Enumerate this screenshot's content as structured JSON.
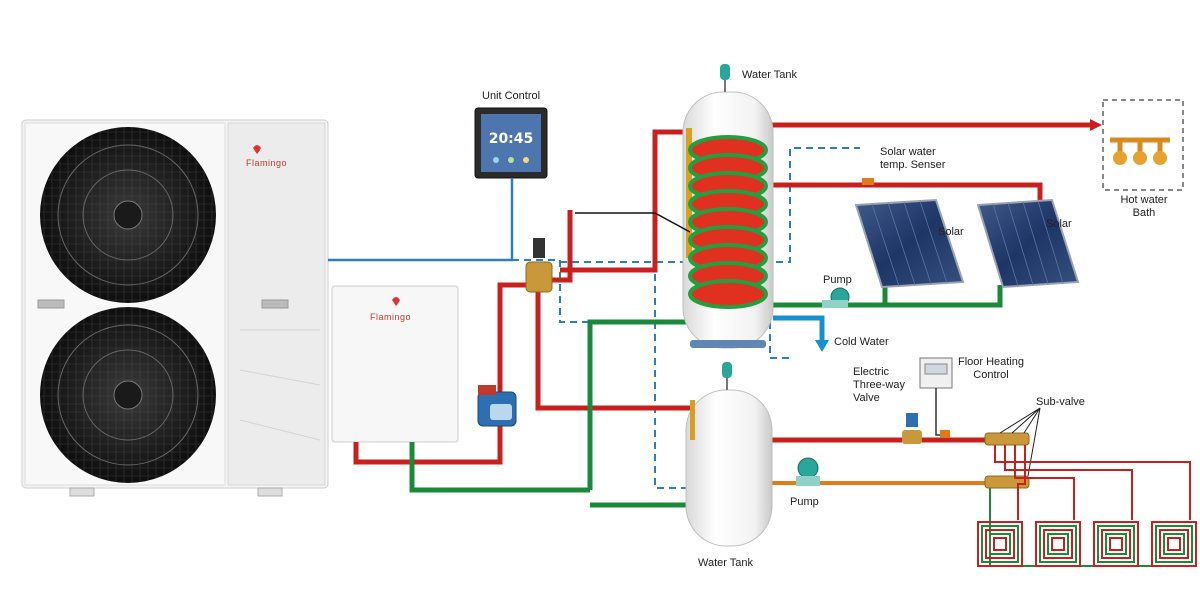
{
  "labels": {
    "unit_control": "Unit Control",
    "water_tank_top": "Water Tank",
    "solar_sensor": "Solar water\ntemp. Senser",
    "solar_1": "Solar",
    "solar_2": "Solar",
    "hot_water_bath": "Hot water\nBath",
    "pump_solar": "Pump",
    "cold_water": "Cold Water",
    "floor_heating_control": "Floor Heating\nControl",
    "electric_valve": "Electric\nThree-way\nValve",
    "sub_valve": "Sub-valve",
    "pump_floor": "Pump",
    "water_tank_bottom": "Water Tank"
  },
  "brand": {
    "outdoor_unit": "Flamingo",
    "indoor_unit": "Flamingo"
  },
  "controller_screen": {
    "time": "20:45"
  },
  "colors": {
    "hot_pipe": "#c8201e",
    "return_pipe": "#1a8a3a",
    "cold_pipe": "#1a8fd0",
    "signal_line": "#2a7fc0",
    "floor_feed": "#e07a1a",
    "coil_fill": "#e03020",
    "coil_ring": "#22a040"
  }
}
